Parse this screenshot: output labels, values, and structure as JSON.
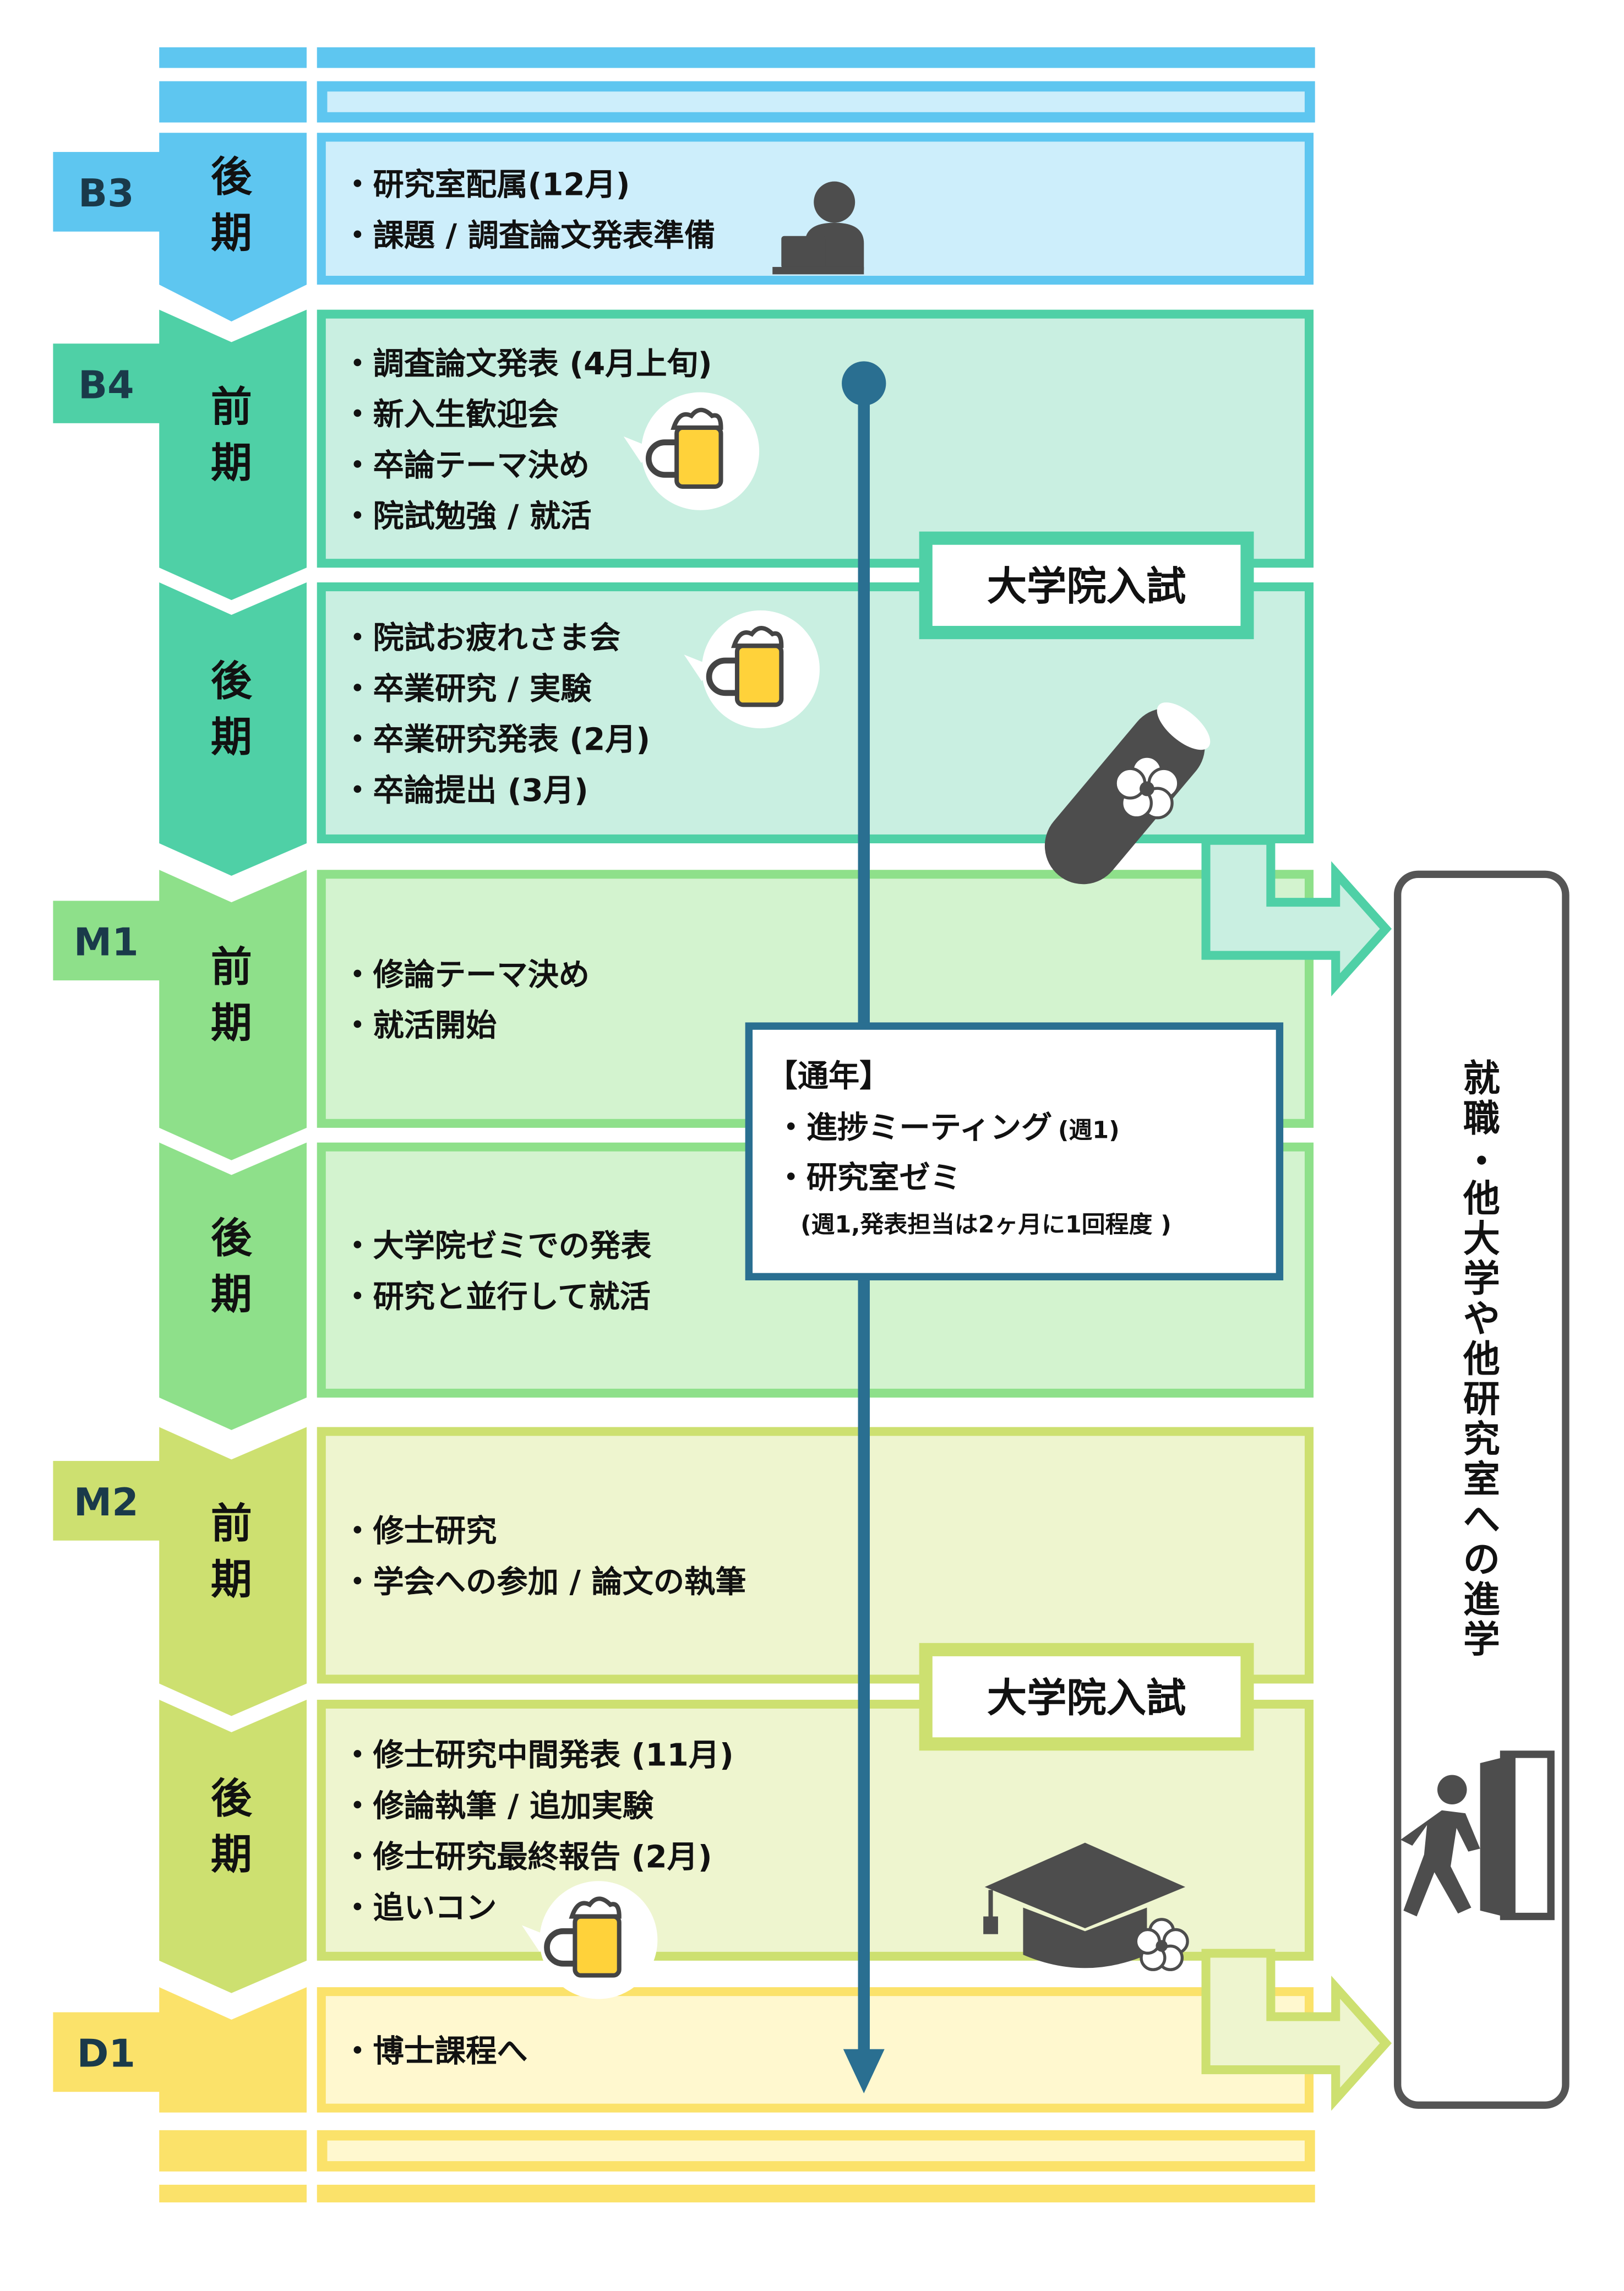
{
  "colors": {
    "b3": "#5ec6f0",
    "b3_fill": "#cdeefb",
    "b4": "#4fd0a6",
    "b4_fill": "#c9efe1",
    "m1": "#8ee08a",
    "m1_fill": "#d3f3cf",
    "m2": "#cde070",
    "m2_fill": "#eef5cf",
    "d1": "#fbe26a",
    "d1_fill": "#fff8cf",
    "timeline": "#2a6f91",
    "icon_gray": "#4d4d4d",
    "beer": "#ffd23a",
    "exit_border": "#555555"
  },
  "stages": [
    {
      "id": "b3",
      "grade": "B3"
    },
    {
      "id": "b4",
      "grade": "B4"
    },
    {
      "id": "m1",
      "grade": "M1"
    },
    {
      "id": "m2",
      "grade": "M2"
    },
    {
      "id": "d1",
      "grade": "D1"
    }
  ],
  "terms": [
    {
      "stage": "b3",
      "term": "後期",
      "items": [
        "・研究室配属(12月)",
        "・課題 / 調査論文発表準備"
      ]
    },
    {
      "stage": "b4",
      "term": "前期",
      "items": [
        "・調査論文発表 (4月上旬)",
        "・新入生歓迎会",
        "・卒論テーマ決め",
        "・院試勉強 / 就活"
      ]
    },
    {
      "stage": "b4",
      "term": "後期",
      "items": [
        "・院試お疲れさま会",
        "・卒業研究 / 実験",
        "・卒業研究発表 (2月)",
        "・卒論提出 (3月)"
      ]
    },
    {
      "stage": "m1",
      "term": "前期",
      "items": [
        "・修論テーマ決め",
        "・就活開始"
      ]
    },
    {
      "stage": "m1",
      "term": "後期",
      "items": [
        "・大学院ゼミでの発表",
        "・研究と並行して就活"
      ]
    },
    {
      "stage": "m2",
      "term": "前期",
      "items": [
        "・修士研究",
        "・学会への参加 / 論文の執筆"
      ]
    },
    {
      "stage": "m2",
      "term": "後期",
      "items": [
        "・修士研究中間発表 (11月)",
        "・修論執筆 / 追加実験",
        "・修士研究最終報告 (2月)",
        "・追いコン"
      ]
    },
    {
      "stage": "d1",
      "term": "",
      "items": [
        "・博士課程へ"
      ]
    }
  ],
  "exams": [
    "大学院入試",
    "大学院入試"
  ],
  "yearly": {
    "title": "【通年】",
    "items": [
      "・進捗ミーティング",
      "・研究室ゼミ"
    ],
    "freq1": "(週1)",
    "note": "(週1,発表担当は2ヶ月に1回程度 )"
  },
  "exit": {
    "label": "就職・他大学や他研究室への進学"
  }
}
